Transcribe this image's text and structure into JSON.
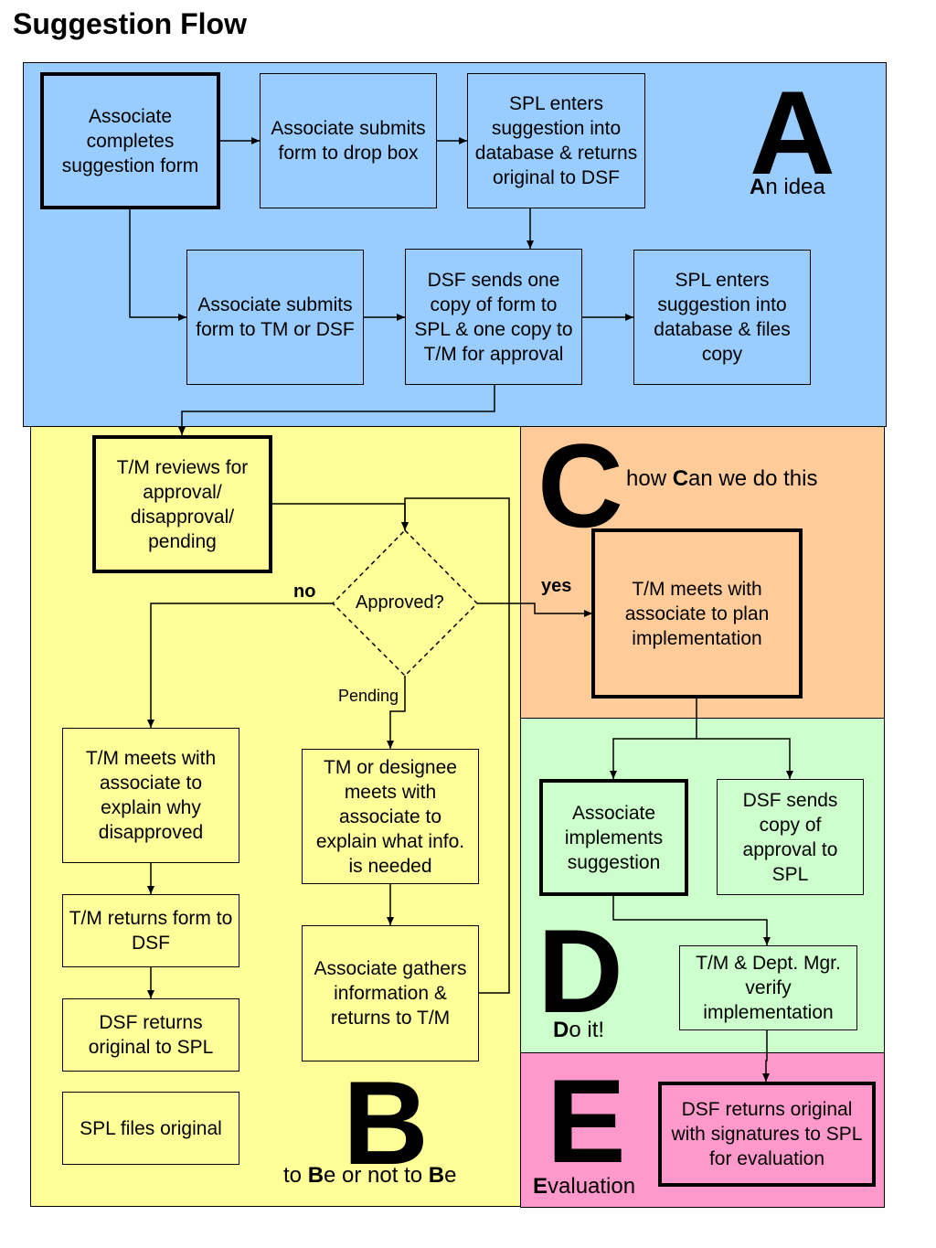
{
  "title": "Suggestion Flow",
  "colors": {
    "a_region": "#99ccff",
    "b_region": "#ffff99",
    "c_region": "#ffcc99",
    "d_region": "#ccffcc",
    "e_region": "#ff99cc"
  },
  "section_a": {
    "letter": "A",
    "motto": {
      "bold": "A",
      "rest": "n idea"
    },
    "boxes": {
      "completes": "Associate completes suggestion form",
      "drop_box": "Associate submits form to drop box",
      "spl_enters_returns": "SPL enters suggestion into database & returns original to DSF",
      "submits_tm": "Associate submits form to TM or DSF",
      "dsf_sends": "DSF sends one copy of form to SPL & one copy to T/M for approval",
      "spl_files_copy": "SPL enters suggestion into database & files copy"
    }
  },
  "section_b": {
    "letter": "B",
    "motto": {
      "pre": "to ",
      "bold1": "B",
      "mid": "e or not to ",
      "bold2": "B",
      "post": "e"
    },
    "boxes": {
      "tm_reviews": "T/M reviews for approval/ disapproval/ pending",
      "explain_why": "T/M meets with associate to explain why disapproved",
      "returns_form": "T/M returns form to DSF",
      "dsf_returns": "DSF returns original to SPL",
      "spl_files": "SPL files original",
      "designee": "TM or designee meets with associate to explain what info. is needed",
      "gathers": "Associate gathers information & returns to T/M"
    },
    "decision": "Approved?",
    "labels": {
      "no": "no",
      "yes": "yes",
      "pending": "Pending"
    }
  },
  "section_c": {
    "letter": "C",
    "motto": {
      "pre": "how ",
      "bold": "C",
      "rest": "an we do this"
    },
    "boxes": {
      "plan": "T/M meets with associate to plan implementation"
    }
  },
  "section_d": {
    "letter": "D",
    "motto": {
      "bold": "D",
      "rest": "o it!"
    },
    "boxes": {
      "implements": "Associate implements suggestion",
      "dsf_copy": "DSF sends copy of approval to SPL",
      "verify": "T/M & Dept. Mgr. verify implementation"
    }
  },
  "section_e": {
    "letter": "E",
    "motto": {
      "bold": "E",
      "rest": "valuation"
    },
    "boxes": {
      "evaluation": "DSF returns original with signatures to SPL for evaluation"
    }
  }
}
